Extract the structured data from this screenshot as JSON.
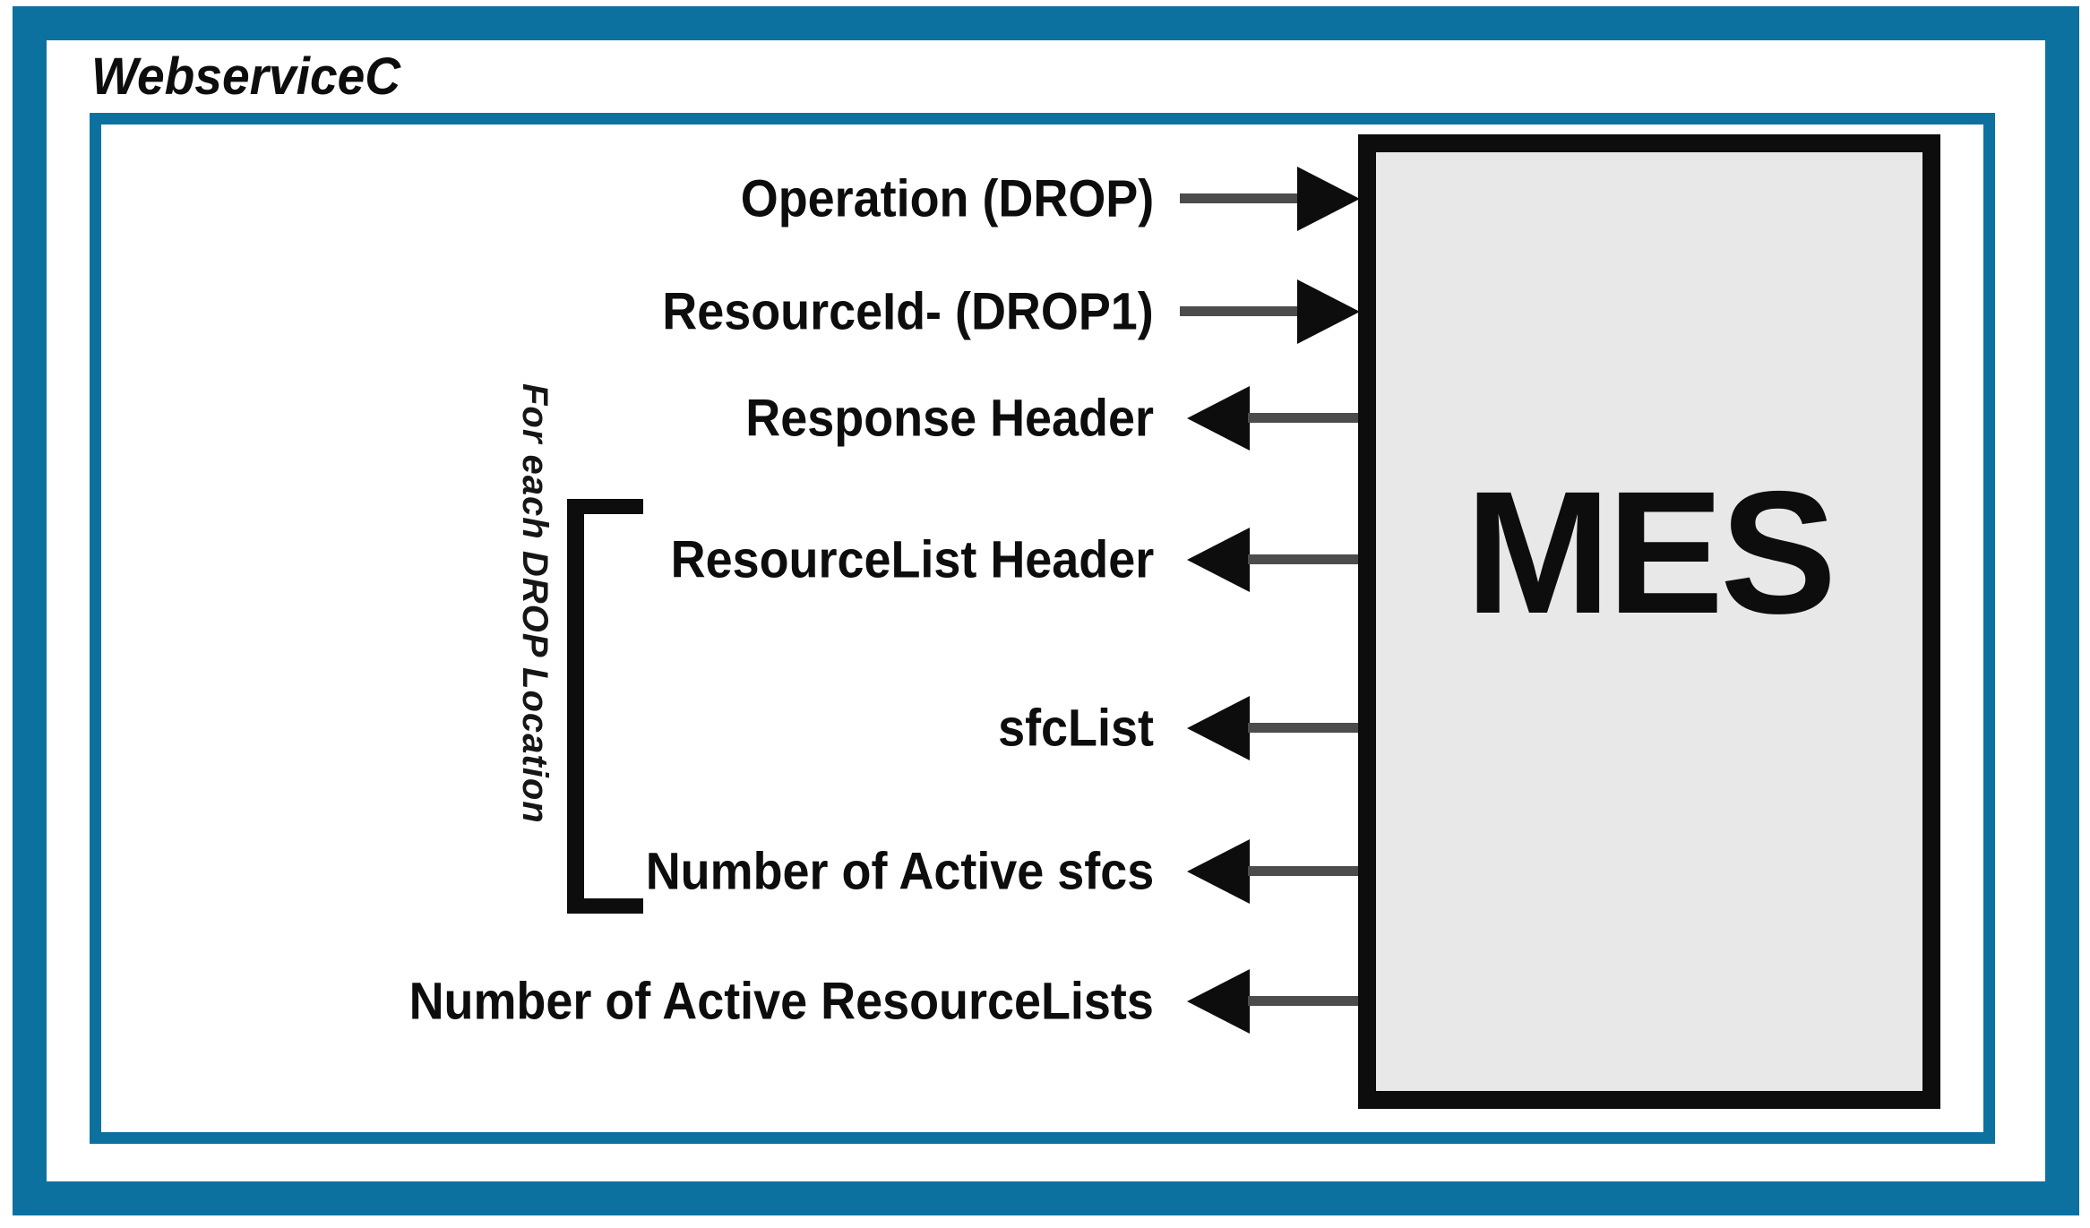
{
  "diagram": {
    "title": "WebserviceC",
    "system": {
      "label": "MES"
    },
    "inputs": [
      {
        "label": "Operation (DROP)"
      },
      {
        "label": "ResourceId- (DROP1)"
      }
    ],
    "outputs": [
      {
        "label": "Response Header"
      },
      {
        "label": "ResourceList Header"
      },
      {
        "label": "sfcList"
      },
      {
        "label": "Number of Active sfcs"
      },
      {
        "label": "Number of Active ResourceLists"
      }
    ],
    "group": {
      "label": "For each DROP Location",
      "items": [
        "ResourceList Header",
        "sfcList",
        "Number of Active sfcs"
      ]
    },
    "colors": {
      "frame": "#0d71a0",
      "box_fill": "#e8e8e8",
      "ink": "#0d0d0d",
      "arrow_line": "#4c4c4c"
    }
  }
}
